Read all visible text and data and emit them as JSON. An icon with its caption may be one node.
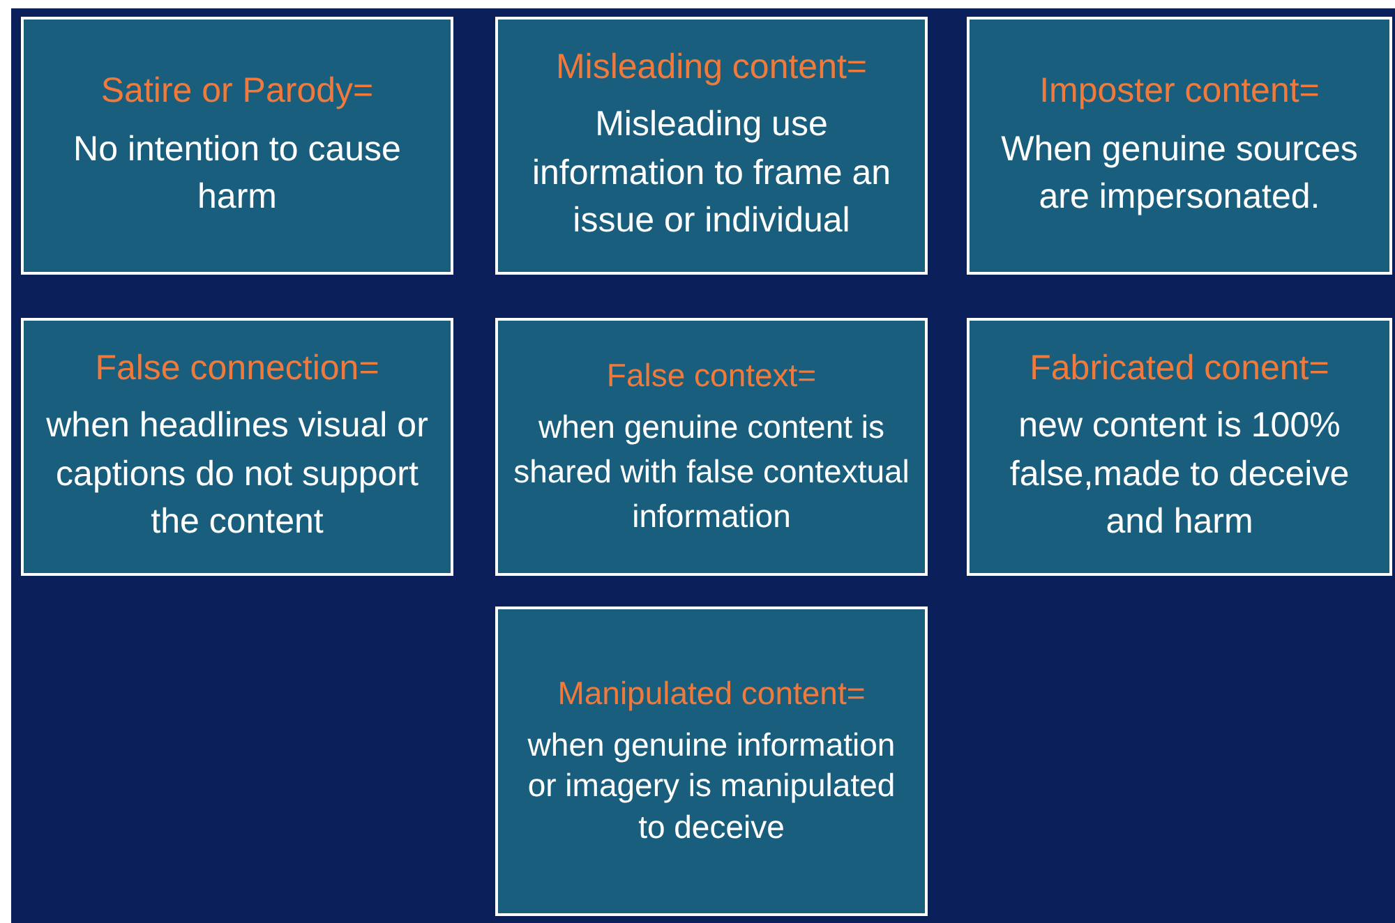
{
  "diagram": {
    "nodes": [
      {
        "text": [
          "Satire or Parody=",
          "No intention to cause harm"
        ]
      },
      {
        "text": [
          "Misleading content=",
          "Misleading use information to frame an issue or individual"
        ]
      },
      {
        "text": [
          "Imposter content=",
          "When genuine sources are impersonated."
        ]
      },
      {
        "text": [
          "False connection=",
          "when headlines visual or captions do not support the content"
        ]
      },
      {
        "text": [
          "False context=",
          "when genuine content is shared with false contextual information"
        ]
      },
      {
        "text": [
          "Fabricated conent=",
          "new content is 100% false,made to deceive and harm"
        ]
      },
      {
        "text": [
          "Manipulated content=",
          "when genuine information or imagery is manipulated to deceive"
        ]
      }
    ]
  }
}
